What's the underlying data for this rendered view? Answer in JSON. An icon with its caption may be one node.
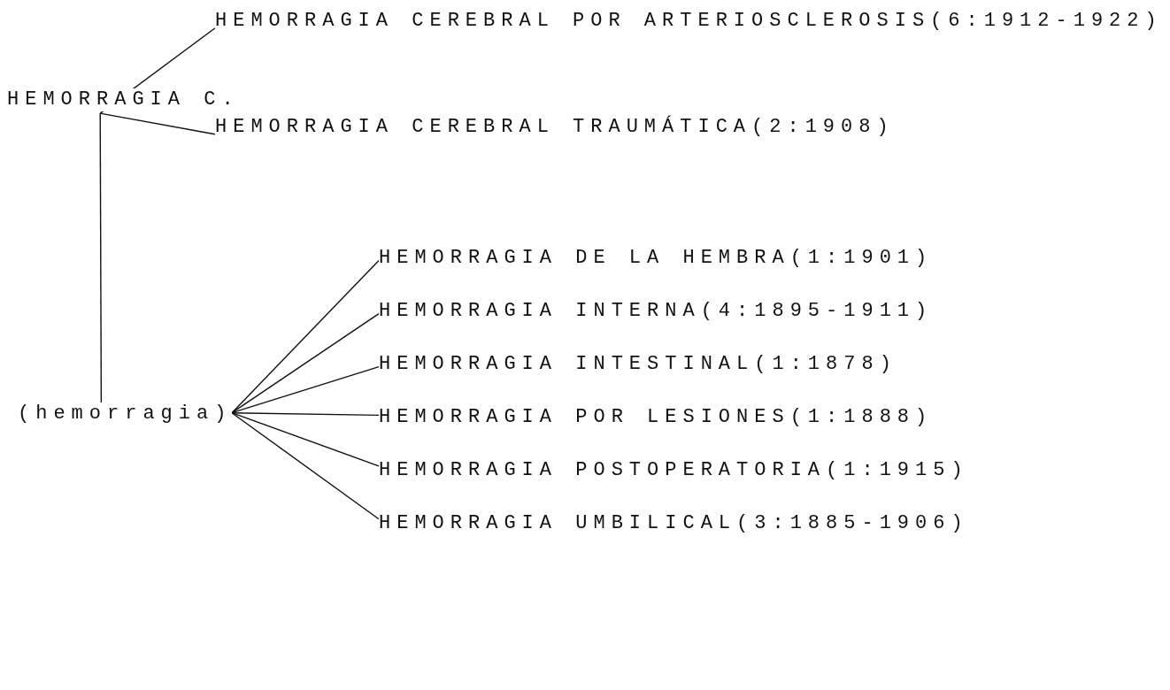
{
  "diagram": {
    "nodes": [
      {
        "text": [
          "HEMORRAGIA C."
        ]
      },
      {
        "text": [
          "HEMORRAGIA CEREBRAL POR ARTERIOSCLEROSIS(6:1912-1922)"
        ]
      },
      {
        "text": [
          "HEMORRAGIA CEREBRAL TRAUMÁTICA(2:1908)"
        ]
      },
      {
        "text": [
          "(hemorragia)"
        ]
      },
      {
        "text": [
          "HEMORRAGIA DE LA HEMBRA(1:1901)"
        ]
      },
      {
        "text": [
          "HEMORRAGIA INTERNA(4:1895-1911)"
        ]
      },
      {
        "text": [
          "HEMORRAGIA INTESTINAL(1:1878)"
        ]
      },
      {
        "text": [
          "HEMORRAGIA POR LESIONES(1:1888)"
        ]
      },
      {
        "text": [
          "HEMORRAGIA POSTOPERATORIA(1:1915)"
        ]
      },
      {
        "text": [
          "HEMORRAGIA UMBILICAL(3:1885-1906)"
        ]
      }
    ],
    "edges": [
      {
        "from": 0,
        "to": 1,
        "arrow": "none"
      },
      {
        "from": 0,
        "to": 2,
        "arrow": "none"
      },
      {
        "from": 0,
        "to": 3,
        "arrow": "none"
      },
      {
        "from": 3,
        "to": 4,
        "arrow": "none"
      },
      {
        "from": 3,
        "to": 5,
        "arrow": "none"
      },
      {
        "from": 3,
        "to": 6,
        "arrow": "none"
      },
      {
        "from": 3,
        "to": 7,
        "arrow": "none"
      },
      {
        "from": 3,
        "to": 8,
        "arrow": "none"
      },
      {
        "from": 3,
        "to": 9,
        "arrow": "none"
      }
    ]
  }
}
